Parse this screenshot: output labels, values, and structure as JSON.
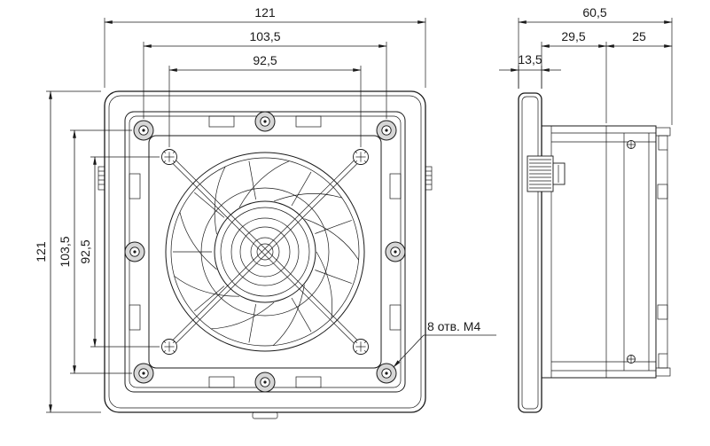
{
  "drawing": {
    "front": {
      "dims": {
        "outer_w": "121",
        "mid_w": "103,5",
        "inner_w": "92,5",
        "outer_h": "121",
        "mid_h": "103,5",
        "inner_h": "92,5"
      },
      "note_holes": "8 отв. M4"
    },
    "side": {
      "dims": {
        "total": "60,5",
        "mid": "29,5",
        "rear": "25",
        "flange": "13,5"
      }
    }
  },
  "colors": {
    "line": "#1a1a1a",
    "screw_fill": "#d6d6d6",
    "background": "#ffffff"
  }
}
